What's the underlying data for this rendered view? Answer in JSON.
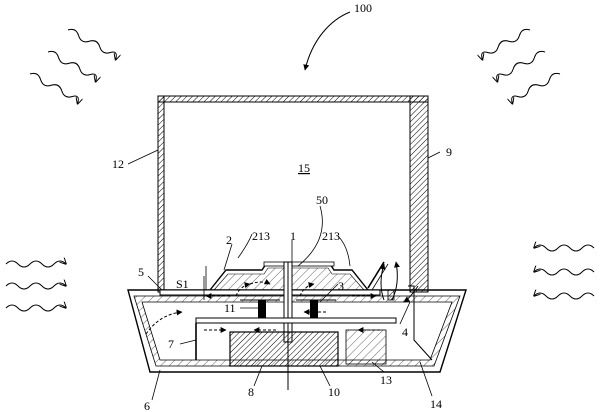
{
  "labels": {
    "n100": "100",
    "n12": "12",
    "n9": "9",
    "n15": "15",
    "n50": "50",
    "n1": "1",
    "n213a": "213",
    "n213b": "213",
    "n2": "2",
    "n5": "5",
    "s1": "S1",
    "n3": "3",
    "n11": "11",
    "n7": "7",
    "n4": "4",
    "n6": "6",
    "n8": "8",
    "n10": "10",
    "n13": "13",
    "n14": "14"
  }
}
